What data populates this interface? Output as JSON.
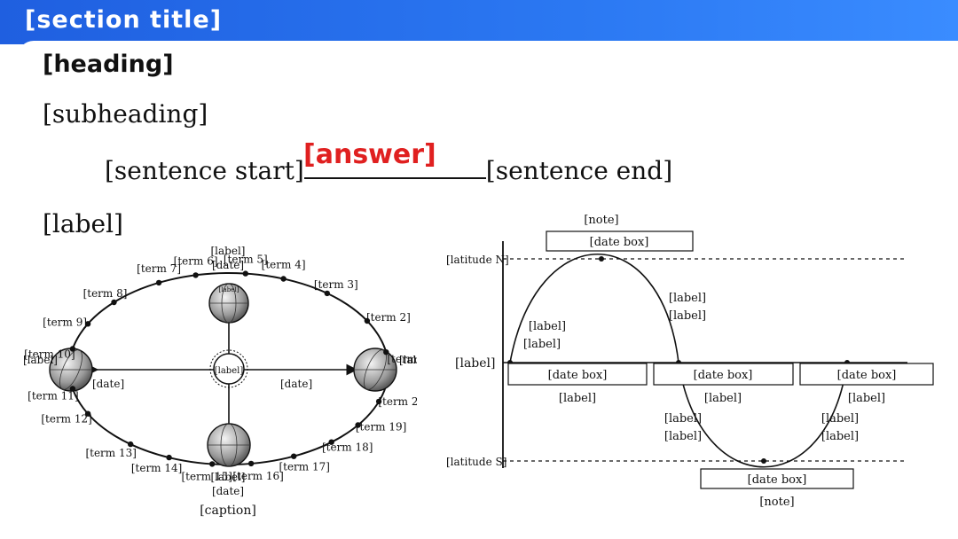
{
  "header": {
    "title": "[section title]"
  },
  "main": {
    "subtitle": "[heading]",
    "section_1": "[subheading]",
    "sentence_before": "[sentence start]",
    "sentence_after": "[sentence end]",
    "blank_answer": "[answer]",
    "section_2": "[label]"
  },
  "orbit_diagram": {
    "caption": "[caption]",
    "sun": "[label]",
    "positions": {
      "spring": {
        "term": "[label]",
        "date": "[date]"
      },
      "summer": {
        "term": "[label]",
        "date": "[date]"
      },
      "autumn": {
        "term": "[label]",
        "date": "[date]"
      },
      "winter": {
        "term": "[label]",
        "date": "[date]"
      }
    },
    "solar_terms": [
      "[term 1]",
      "[term 2]",
      "[term 3]",
      "[term 4]",
      "[term 5]",
      "[term 6]",
      "[term 7]",
      "[term 8]",
      "[term 9]",
      "[term 10]",
      "[term 11]",
      "[term 12]",
      "[term 13]",
      "[term 14]",
      "[term 15]",
      "[term 16]",
      "[term 17]",
      "[term 18]",
      "[term 19]",
      "[term 20]"
    ],
    "globe_labels": [
      "[label]",
      "[label]",
      "[label]",
      "[label]"
    ]
  },
  "sun_path_diagram": {
    "top_note": "[note]",
    "lat_north": "[latitude N]",
    "lat_equator": "[label]",
    "lat_south": "[latitude S]",
    "box_summer": "[date box]",
    "box_spring_1": "[date box]",
    "box_autumn": "[date box]",
    "box_spring_2": "[date box]",
    "box_winter": "[date box]",
    "equal_day_night": "[label]",
    "bottom_note": "[note]",
    "move_north": "[label]",
    "move_south": "[label]",
    "nh_days_longer": "[label]",
    "nh_days_shorter": "[label]"
  }
}
